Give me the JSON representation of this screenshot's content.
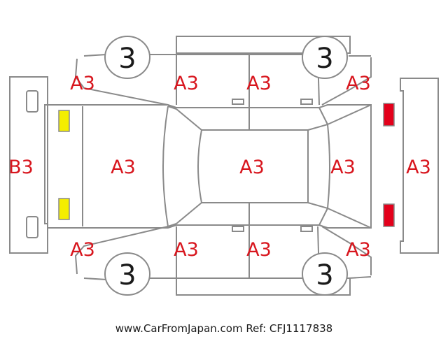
{
  "colors": {
    "outline": "#8a8a8a",
    "damage_code": "#d8161e",
    "front_light": "#f4ee00",
    "rear_light": "#e3001b"
  },
  "wheels": {
    "front_left": "3",
    "rear_left": "3",
    "front_right": "3",
    "rear_right": "3"
  },
  "codes": {
    "front_bumper": "B3",
    "hood": "A3",
    "roof": "A3",
    "trunk": "A3",
    "rear_bumper": "A3",
    "left_front_fender": "A3",
    "left_front_door": "A3",
    "left_rear_door": "A3",
    "left_rear_quarter": "A3",
    "right_front_fender": "A3",
    "right_front_door": "A3",
    "right_rear_door": "A3",
    "right_rear_quarter": "A3"
  },
  "footer": {
    "reference": "www.CarFromJapan.com Ref: CFJ1117838"
  }
}
